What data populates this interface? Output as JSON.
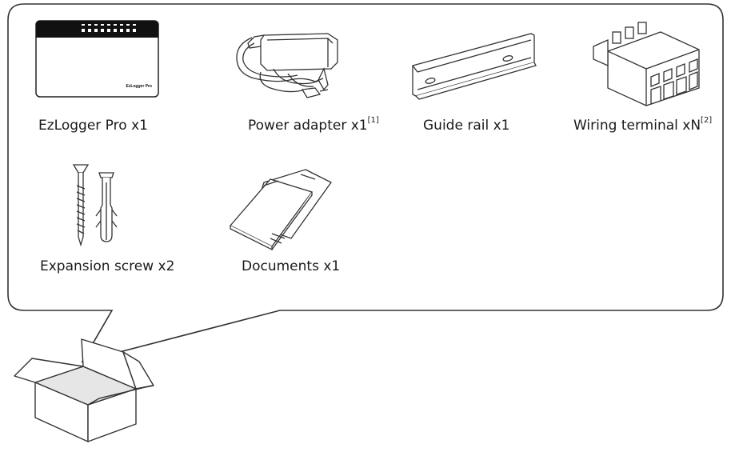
{
  "items": [
    {
      "name": "EzLogger Pro",
      "qty": "x1",
      "note": "",
      "icon": "logger-device-icon",
      "device_brand": "EzLogger Pro"
    },
    {
      "name": "Power adapter",
      "qty": "x1",
      "note": "[1]",
      "icon": "power-adapter-icon"
    },
    {
      "name": "Guide rail",
      "qty": "x1",
      "note": "",
      "icon": "guide-rail-icon"
    },
    {
      "name": "Wiring terminal",
      "qty": "xN",
      "note": "[2]",
      "icon": "wiring-terminal-icon"
    },
    {
      "name": "Expansion screw",
      "qty": "x2",
      "note": "",
      "icon": "expansion-screw-icon"
    },
    {
      "name": "Documents",
      "qty": "x1",
      "note": "",
      "icon": "documents-icon"
    }
  ],
  "box_icon": "open-box-icon",
  "colors": {
    "line": "#333333",
    "fill": "#ffffff",
    "shade": "#e6e6e6",
    "device_top": "#111111"
  }
}
